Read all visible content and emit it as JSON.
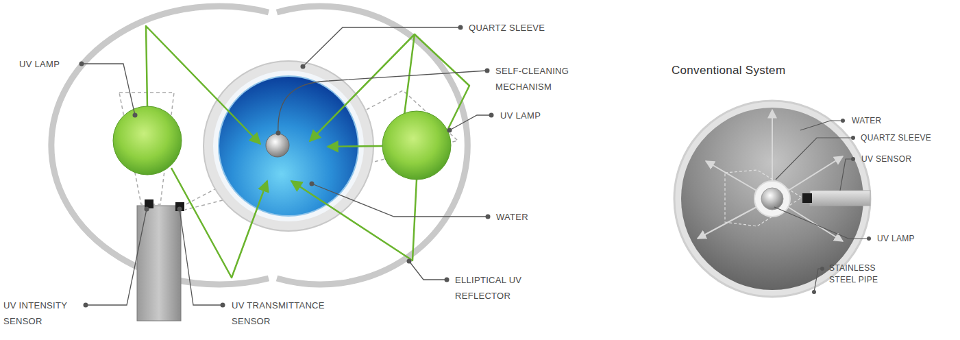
{
  "diagram": {
    "labels": [
      "QUARTZ SLEEVE",
      "UV LAMP",
      "SELF-CLEANING MECHANISM",
      "UV LAMP",
      "WATER",
      "ELLIPTICAL UV REFLECTOR",
      "UV INTENSITY SENSOR",
      "UV TRANSMITTANCE SENSOR",
      "Conventional System",
      "WATER",
      "QUARTZ SLEEVE",
      "UV SENSOR",
      "UV LAMP",
      "STAINLESS STEEL PIPE"
    ]
  }
}
